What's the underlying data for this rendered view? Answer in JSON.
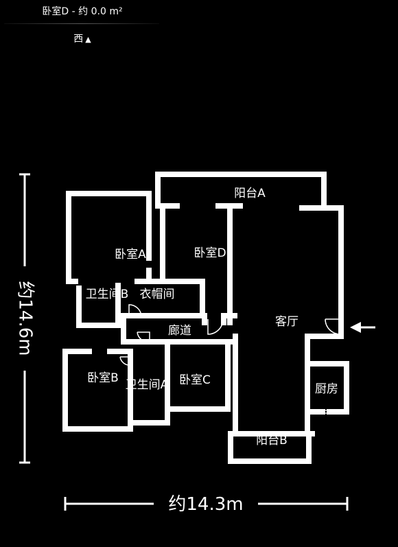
{
  "header": {
    "room_title": "卧室D - 约 0.0 m²",
    "orientation": "西",
    "orientation_icon": "triangle-up-icon"
  },
  "rooms": {
    "balcony_a": "阳台A",
    "bedroom_a": "卧室A",
    "bedroom_d": "卧室D",
    "bathroom_b": "卫生间B",
    "cloakroom": "衣帽间",
    "corridor": "廊道",
    "living_room": "客厅",
    "bedroom_b": "卧室B",
    "bathroom_a": "卫生间A",
    "bedroom_c": "卧室C",
    "kitchen": "厨房",
    "balcony_b": "阳台B"
  },
  "dimensions": {
    "height": "约14.6m",
    "width": "约14.3m"
  },
  "entrance_icon": "arrow-left-icon"
}
